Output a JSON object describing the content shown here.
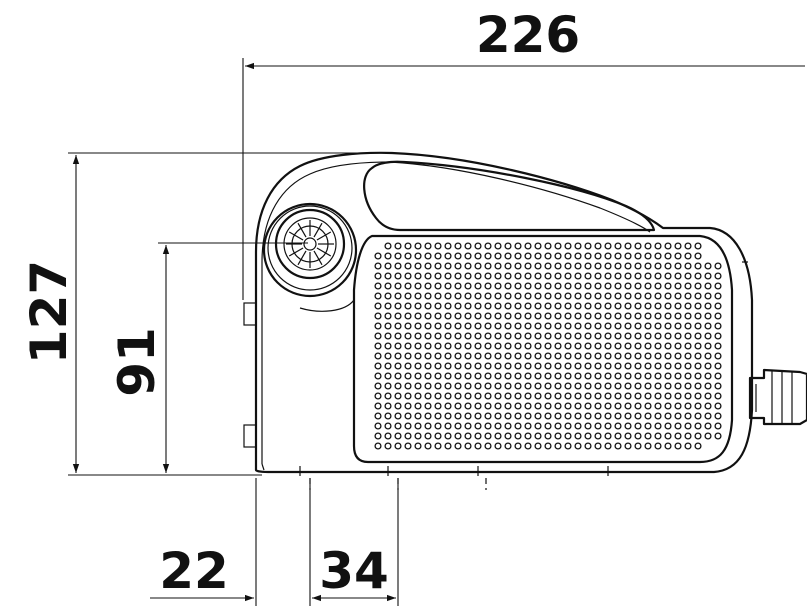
{
  "dimensions": {
    "overall_width": "226",
    "overall_height": "127",
    "inlet_height": "91",
    "inlet_offset_left": "22",
    "inlet_spacing": "34"
  }
}
